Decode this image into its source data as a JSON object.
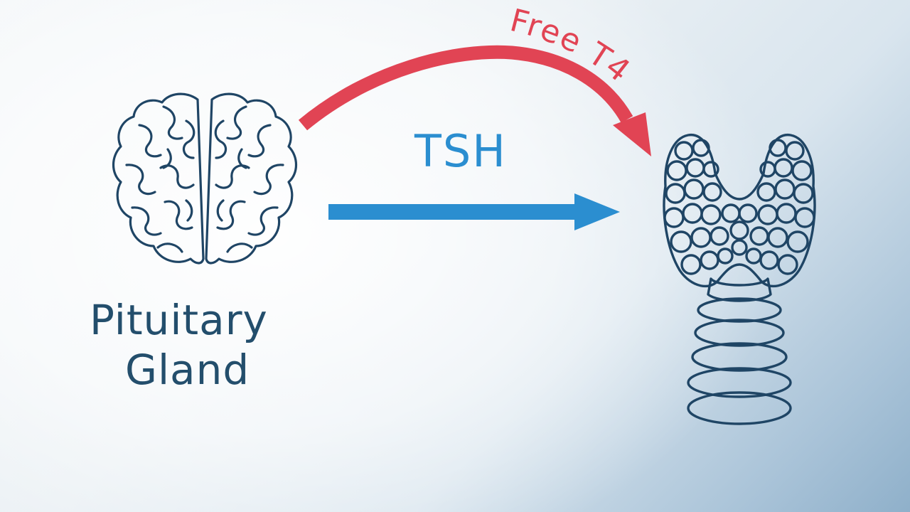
{
  "diagram": {
    "source_label_line1": "Pituitary",
    "source_label_line2": "Gland",
    "forward_arrow_label": "TSH",
    "feedback_arrow_label": "Free T4"
  },
  "colors": {
    "forward_arrow": "#2b8ed0",
    "feedback_arrow": "#e14454",
    "outline": "#1f4565",
    "text": "#234e6c"
  },
  "icons": {
    "source_icon": "brain-icon",
    "target_icon": "thyroid-icon"
  }
}
